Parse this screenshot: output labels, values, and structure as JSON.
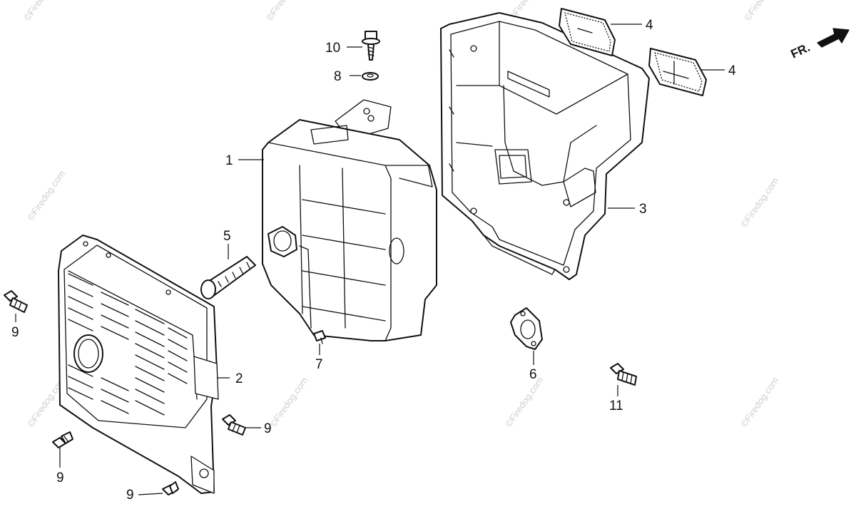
{
  "watermark": "©Firedog.com",
  "direction_label": "FR.",
  "callouts": {
    "c1": "1",
    "c2": "2",
    "c3": "3",
    "c4a": "4",
    "c4b": "4",
    "c5": "5",
    "c6": "6",
    "c7": "7",
    "c8": "8",
    "c9a": "9",
    "c9b": "9",
    "c9c": "9",
    "c9d": "9",
    "c10": "10",
    "c11": "11"
  }
}
